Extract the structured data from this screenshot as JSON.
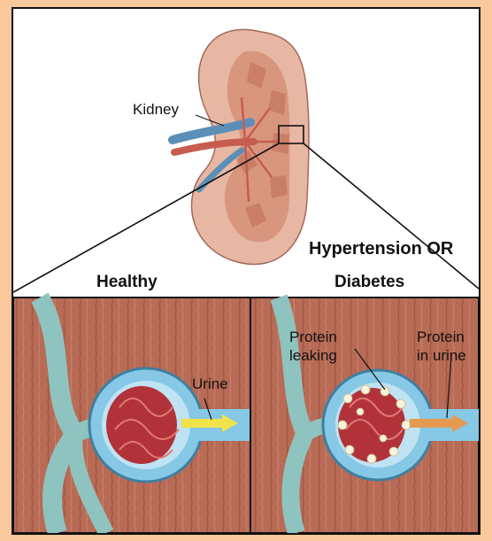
{
  "labels": {
    "kidney": "Kidney",
    "condition_line1": "Hypertension OR",
    "condition_line2": "Diabetes",
    "healthy": "Healthy",
    "urine": "Urine",
    "protein_leaking_1": "Protein",
    "protein_leaking_2": "leaking",
    "protein_urine_1": "Protein",
    "protein_urine_2": "in urine"
  },
  "colors": {
    "background_frame": "#f9c89d",
    "muscle": "#b86b55",
    "vessel": "#8fc3bf",
    "capsule": "#86c8e6",
    "glomerulus": "#b2323a",
    "urine_arrow": "#f2e24a",
    "protein_arrow": "#e59a52",
    "kidney_tissue": "#e8b7a4"
  }
}
